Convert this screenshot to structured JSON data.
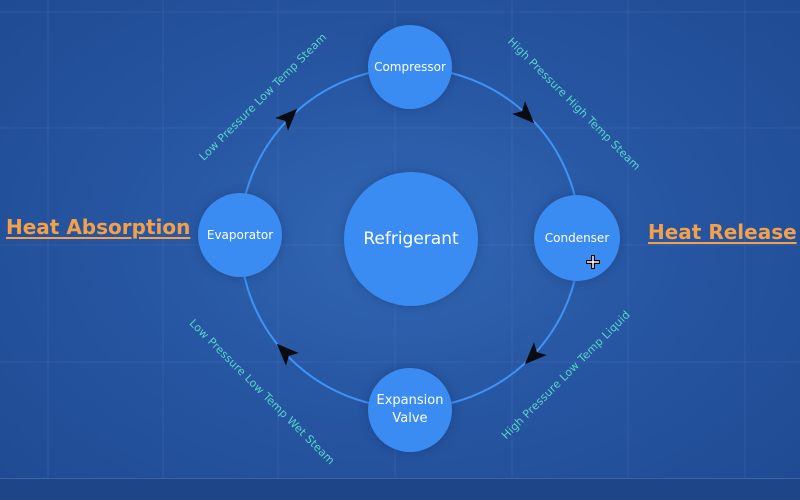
{
  "diagram": {
    "nodes": {
      "compressor": "Compressor",
      "condenser": "Condenser",
      "expansion_valve": "Expansion\nValve",
      "evaporator": "Evaporator",
      "center": "Refrigerant"
    },
    "flows": {
      "compressor_to_condenser": "High Pressure High Temp Steam",
      "condenser_to_expansion": "High Pressure Low Temp Liquid",
      "expansion_to_evaporator": "Low Pressure Low Temp Wet Steam",
      "evaporator_to_compressor": "Low Pressure Low Temp Steam"
    },
    "sides": {
      "left": "Heat Absorption",
      "right": "Heat Release"
    }
  },
  "colors": {
    "background": "#2452a0",
    "node_fill": "#3a8cf2",
    "ring": "#3f93f5",
    "flow_label": "#57d6c8",
    "side_label": "#f3a04b",
    "arrow": "#0b0b12"
  },
  "icons": [
    "arrow-head-icon",
    "move-cursor-icon"
  ]
}
